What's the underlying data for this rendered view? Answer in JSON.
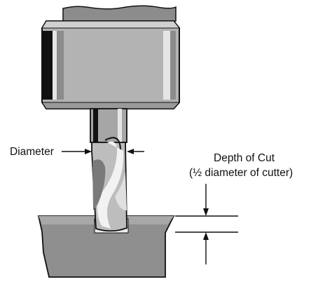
{
  "labels": {
    "diameter": "Diameter",
    "depth_line1": "Depth of Cut",
    "depth_line2": "(½ diameter of cutter)"
  },
  "colors": {
    "background": "#ffffff",
    "outline": "#111111",
    "holder_body": "#b3b3b3",
    "holder_dark": "#8c8c8c",
    "holder_light": "#e6e6e6",
    "workpiece": "#8f8f8f",
    "shank": "#a6a6a6",
    "flute_light": "#f2f2f2"
  }
}
